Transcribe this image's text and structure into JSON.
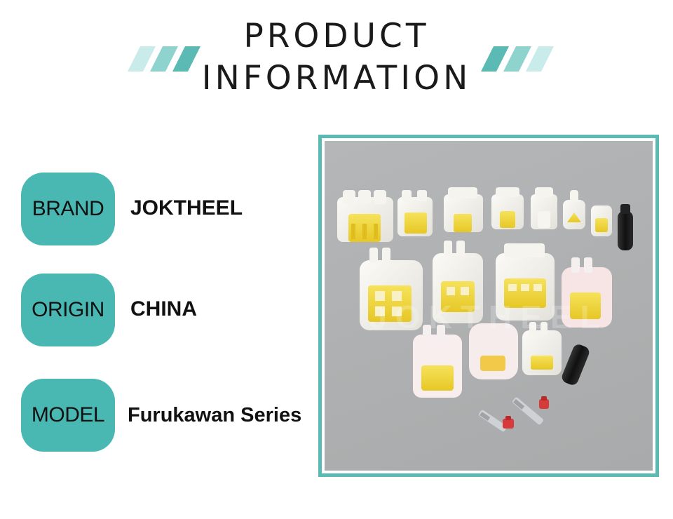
{
  "header": {
    "title_line1": "PRODUCT",
    "title_line2": "INFORMATION"
  },
  "specs": [
    {
      "label": "BRAND",
      "value": "JOKTHEEL"
    },
    {
      "label": "ORIGIN",
      "value": "CHINA"
    },
    {
      "label": "MODEL",
      "value": "Furukawan Series"
    }
  ],
  "photo": {
    "watermark": "JOKTHEEL"
  },
  "colors": {
    "accent": "#4ab8b2",
    "frame": "#5cbab4",
    "stripe_light": "#b9e4e1",
    "stripe_dark": "#5cbab4",
    "connector_white": "#f3f1ec",
    "connector_yellow": "#f2d63a"
  }
}
